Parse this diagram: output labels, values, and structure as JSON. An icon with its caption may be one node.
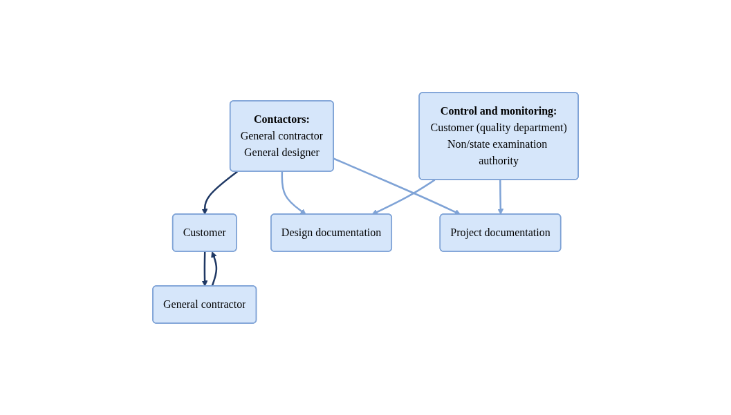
{
  "diagram": {
    "nodes": [
      {
        "text": [
          "Contactors:",
          "General contractor",
          "General designer"
        ]
      },
      {
        "text": [
          "Customer"
        ]
      },
      {
        "text": [
          "Design documentation"
        ]
      },
      {
        "text": [
          "Project documentation"
        ]
      },
      {
        "text": [
          "General contractor"
        ]
      },
      {
        "text": [
          "Control and monitoring:",
          "Customer (quality department)",
          "Non/state examination authority"
        ]
      }
    ],
    "edges": [
      {
        "from": 0,
        "to": 1,
        "arrow": "to",
        "color": "#1f3864"
      },
      {
        "from": 4,
        "to": 1,
        "arrow": "to",
        "color": "#1f3864"
      },
      {
        "from": 1,
        "to": 4,
        "arrow": "to",
        "color": "#1f3864"
      },
      {
        "from": 0,
        "to": 2,
        "arrow": "to"
      },
      {
        "from": 0,
        "to": 3,
        "arrow": "to"
      },
      {
        "from": 5,
        "to": 2,
        "arrow": "to"
      },
      {
        "from": 5,
        "to": 3,
        "arrow": "to"
      }
    ]
  }
}
